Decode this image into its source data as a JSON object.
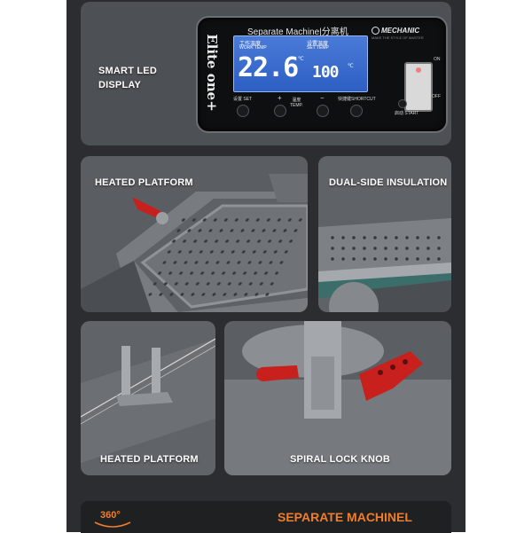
{
  "top": {
    "caption": "SMART LED\nDISPLAY",
    "caption_line1": "SMART LED",
    "caption_line2": "DISPLAY",
    "panel_title": "Separate Machine|分离机",
    "brand": "MECHANIC",
    "brand_sub": "MAKE THE STYLE OF MASTER",
    "vertical_text": "Elite one+",
    "lcd": {
      "work_label_cn": "工作温度",
      "work_label_en": "WORK TEMP",
      "work_value": "22.6",
      "set_label_cn": "设置温度",
      "set_label_en": "SET TEMP",
      "set_value": "100",
      "unit": "℃"
    },
    "buttons": {
      "set": "设置 SET",
      "plus": "+",
      "temp": "温度\nTEMP.",
      "temp_cn": "温度",
      "temp_en": "TEMP.",
      "minus": "−",
      "shortcut": "快捷键SHORTCUT",
      "start": "启动 START"
    },
    "switch": {
      "on": "ON",
      "off": "OFF"
    }
  },
  "cards": {
    "heated_platform_1": "HEATED PLATFORM",
    "dual_side": "DUAL-SIDE INSULATION",
    "heated_platform_2": "HEATED PLATFORM",
    "spiral_lock": "SPIRAL LOCK KNOB"
  },
  "footer": {
    "badge": "360°",
    "title": "SEPARATE MACHINEL"
  },
  "colors": {
    "accent_orange": "#f07d2c",
    "lcd_blue": "#3a6ccf",
    "knob_red": "#c8201c"
  }
}
